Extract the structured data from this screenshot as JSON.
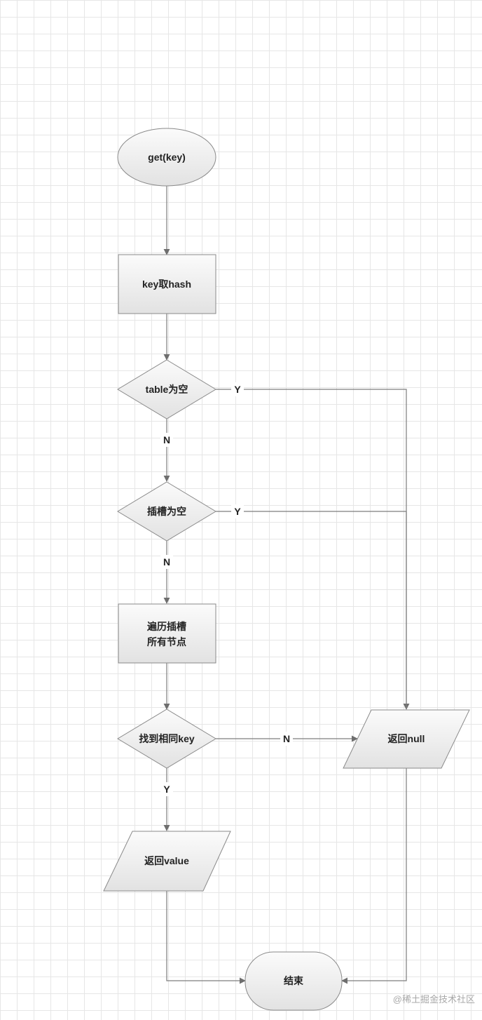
{
  "nodes": {
    "start": "get(key)",
    "hash": "key取hash",
    "table_empty": "table为空",
    "slot_empty": "插槽为空",
    "traverse_line1": "遍历插槽",
    "traverse_line2": "所有节点",
    "find_key": "找到相同key",
    "return_value": "返回value",
    "return_null": "返回null",
    "end": "结束"
  },
  "edges": {
    "table_empty_yes": "Y",
    "table_empty_no": "N",
    "slot_empty_yes": "Y",
    "slot_empty_no": "N",
    "find_key_no": "N",
    "find_key_yes": "Y"
  },
  "watermark": "@稀土掘金技术社区"
}
